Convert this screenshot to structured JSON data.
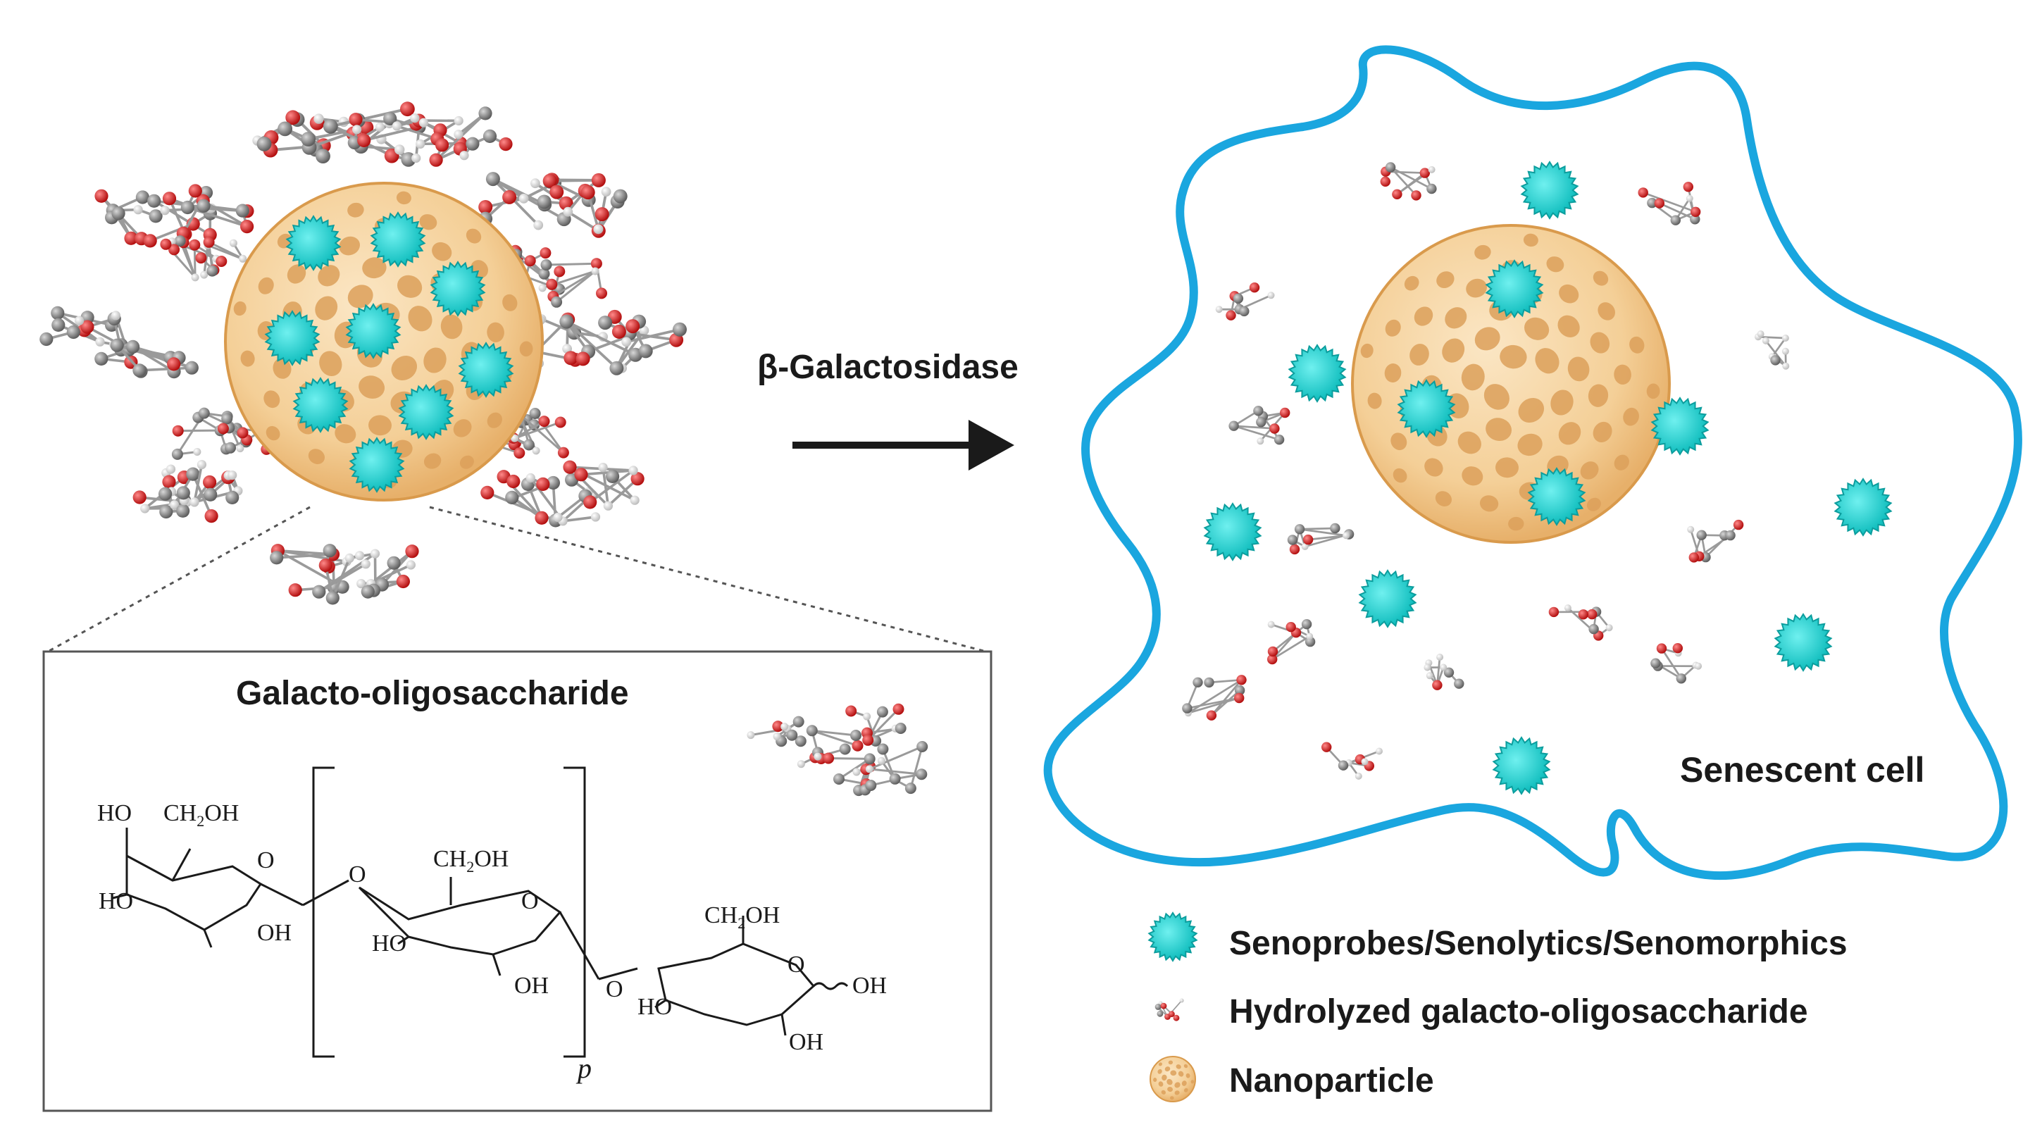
{
  "enzyme_label": "β-Galactosidase",
  "box_title": "Galacto-oligosaccharide",
  "cell_label": "Senescent cell",
  "chem": {
    "ho": "HO",
    "oh": "OH",
    "ch2oh": "CH",
    "ch2oh_sub": "2",
    "ch2oh_tail": "OH",
    "o": "O",
    "repeat_index": "p"
  },
  "legend": [
    {
      "icon": "senotherapeutic-star-icon",
      "label": "Senoprobes/Senolytics/Senomorphics"
    },
    {
      "icon": "hydrolyzed-sugar-icon",
      "label": "Hydrolyzed galacto-oligosaccharide"
    },
    {
      "icon": "nanoparticle-icon",
      "label": "Nanoparticle"
    }
  ],
  "colors": {
    "cell_membrane": "#1aa6df",
    "star": "#19d3d3",
    "nanoparticle": "#f6d3a0",
    "nanoparticle_pore": "#dca05a",
    "oxygen": "#e01d1d",
    "carbon": "#8a8a8a",
    "arrow": "#1a1a1a"
  }
}
